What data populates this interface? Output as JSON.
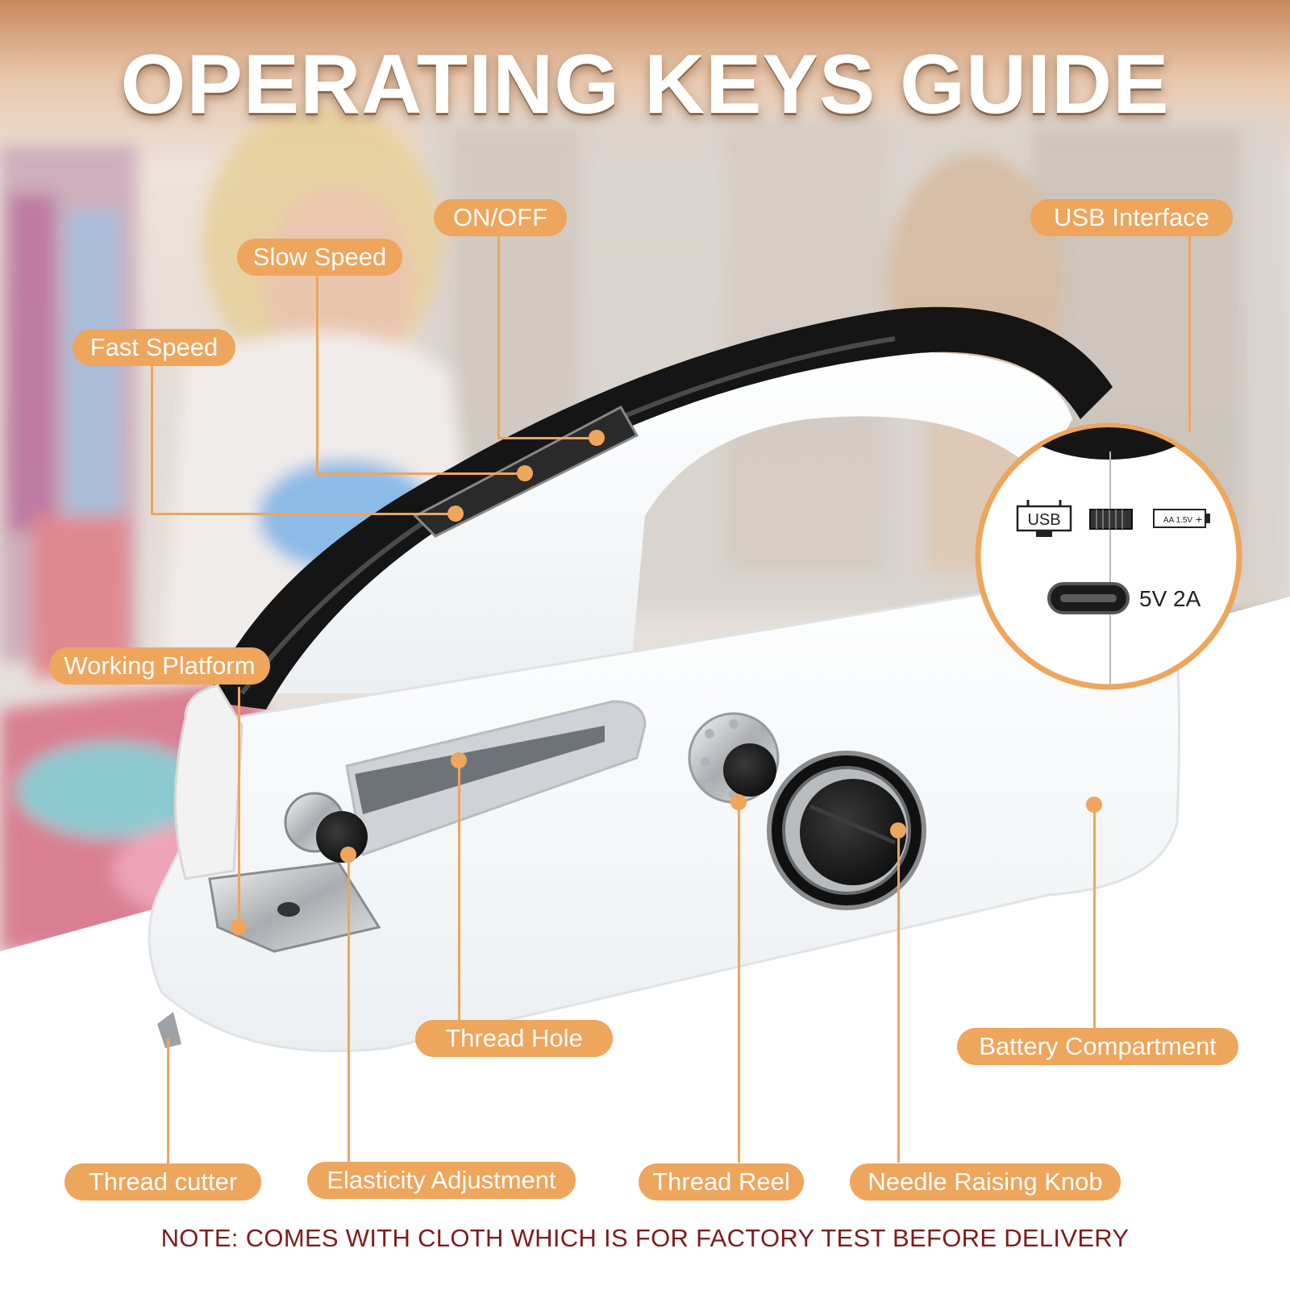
{
  "title": "OPERATING KEYS GUIDE",
  "labels": {
    "on_off": "ON/OFF",
    "usb_interface": "USB Interface",
    "slow_speed": "Slow Speed",
    "fast_speed": "Fast Speed",
    "working_platform": "Working Platform",
    "thread_hole": "Thread Hole",
    "battery_compartment": "Battery Compartment",
    "thread_cutter": "Thread cutter",
    "elasticity_adjustment": "Elasticity Adjustment",
    "thread_reel": "Thread Reel",
    "needle_raising_knob": "Needle Raising Knob"
  },
  "inset": {
    "usb_text": "USB",
    "battery_text": "AA 1.5V",
    "power_spec": "5V 2A"
  },
  "note": "NOTE: COMES WITH CLOTH WHICH IS FOR FACTORY TEST BEFORE DELIVERY",
  "colors": {
    "accent": "#eea55c",
    "note": "#7d1c1c",
    "machine_dark": "#151515",
    "machine_body": "#f7f7f7"
  }
}
